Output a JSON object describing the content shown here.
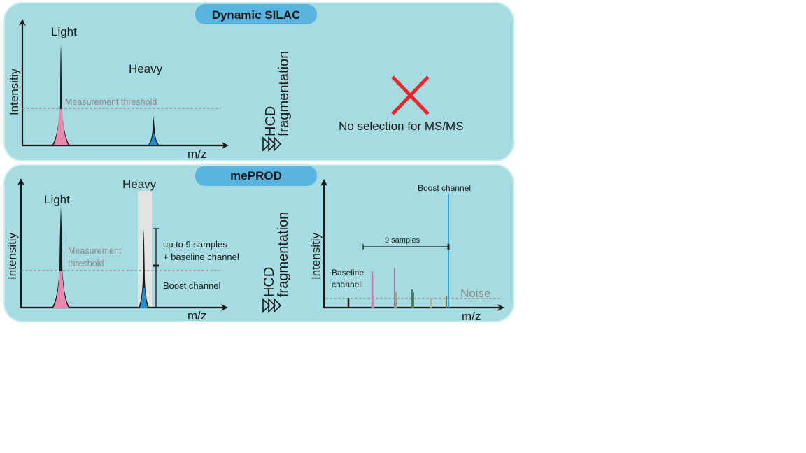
{
  "top_panel": {
    "title": "Dynamic SILAC",
    "y_label": "Intensitiy",
    "x_label": "m/z",
    "light_label": "Light",
    "heavy_label": "Heavy",
    "threshold_label": "Measurement threshold",
    "hcd_label": "HCD",
    "fragmentation_label": "fragmentation",
    "outcome_label": "No selection for MS/MS",
    "outcome_icon": "red-x-icon"
  },
  "bottom_panel": {
    "title": "mePROD",
    "y_label": "Intensitiy",
    "x_label": "m/z",
    "light_label": "Light",
    "heavy_label": "Heavy",
    "threshold_label_line1": "Measurement",
    "threshold_label_line2": "threshold",
    "samples_note_line1": "up to 9 samples",
    "samples_note_line2": "+ baseline channel",
    "boost_note": "Boost channel",
    "hcd_label": "HCD",
    "fragmentation_label": "fragmentation",
    "ms2": {
      "y_label": "Intensitiy",
      "x_label": "m/z",
      "boost_label": "Boost channel",
      "samples_label": "9 samples",
      "baseline_line1": "Baseline",
      "baseline_line2": "channel",
      "noise_label": "Noise"
    }
  },
  "colors": {
    "panel": "#a6dce1",
    "pill": "#5ab4e0",
    "light_peak": "#e88aae",
    "heavy_peak": "#1f8fd0",
    "cross": "#e8262c",
    "boost": "#2aa9e0"
  }
}
